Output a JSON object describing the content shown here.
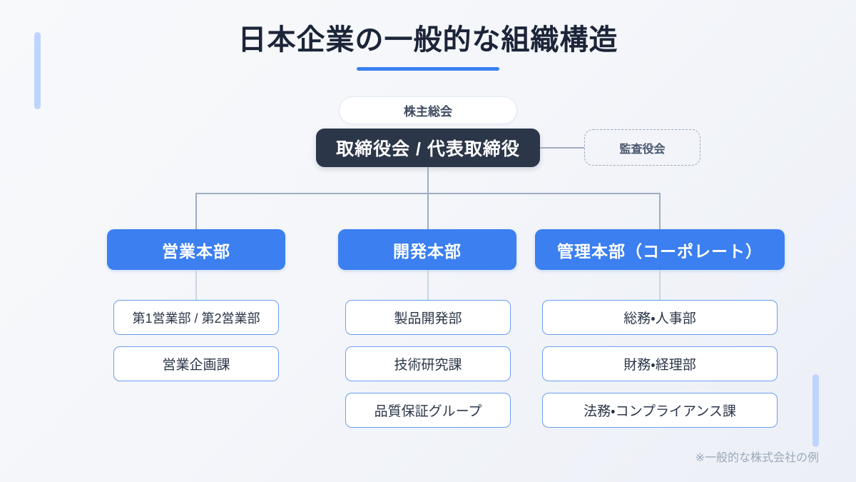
{
  "header": {
    "title": "日本企業の一般的な組織構造",
    "accent_color": "#3b7ff0"
  },
  "footer": {
    "note": "※一般的な株式会社の例"
  },
  "palette": {
    "background_from": "#f7f9fb",
    "background_to": "#eceff6",
    "primary_blue": "#3b7ff0",
    "dark_navy": "#2b3648",
    "unit_border": "#6b9ef2",
    "line_gray": "#9fadc0",
    "accent_bar": "#bed4fb"
  },
  "chart_data": {
    "type": "diagram",
    "title": "日本企業の一般的な組織構造",
    "layout": "org-chart",
    "levels": [
      {
        "level": 0,
        "style": "pill",
        "nodes": [
          {
            "label": "株主総会"
          }
        ]
      },
      {
        "level": 1,
        "style": "dark",
        "nodes": [
          {
            "label": "取締役会 / 代表取締役"
          }
        ]
      },
      {
        "level": 1,
        "style": "dashed",
        "relation": "side-branch",
        "nodes": [
          {
            "label": "監査役会"
          }
        ]
      },
      {
        "level": 2,
        "style": "blue",
        "nodes": [
          {
            "label": "営業本部"
          },
          {
            "label": "開発本部"
          },
          {
            "label": "管理本部（コーポレート）"
          }
        ]
      }
    ],
    "columns": [
      {
        "division": "営業本部",
        "units": [
          "第1営業部 / 第2営業部",
          "営業企画課"
        ]
      },
      {
        "division": "開発本部",
        "units": [
          "製品開発部",
          "技術研究課",
          "品質保証グループ"
        ]
      },
      {
        "division": "管理本部（コーポレート）",
        "units": [
          "総務・人事部",
          "財務・経理部",
          "法務・コンプライアンス課"
        ]
      }
    ]
  }
}
